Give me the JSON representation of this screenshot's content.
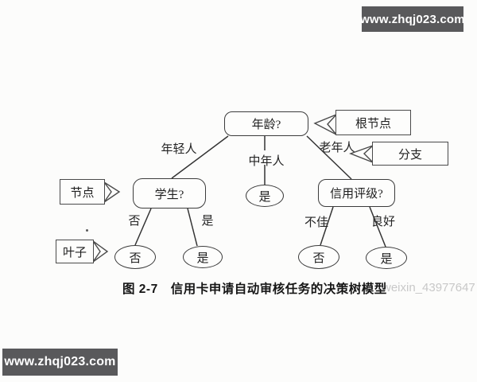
{
  "banners": {
    "top_right": "www.zhqj023.com",
    "bottom_left": "www.zhqj023.com"
  },
  "tree": {
    "root_label": "年龄?",
    "root_branches": {
      "left": "年轻人",
      "middle": "中年人",
      "right": "老年人"
    },
    "student_node_label": "学生?",
    "credit_node_label": "信用评级?",
    "middle_leaf_label": "是",
    "student_branches": {
      "left": "否",
      "right": "是"
    },
    "credit_branches": {
      "left": "不佳",
      "right": "良好"
    },
    "leaves": {
      "student_no": "否",
      "student_yes": "是",
      "credit_no": "否",
      "credit_yes": "是"
    }
  },
  "callouts": {
    "root_node": "根节点",
    "branch": "分支",
    "node": "节点",
    "leaf": "叶子"
  },
  "caption": "图 2-7　信用卡申请自动审核任务的决策树模型",
  "watermark_text": "weixin_43977647",
  "colors": {
    "banner_bg": "#59595b",
    "banner_text": "#ffffff",
    "line": "#333333",
    "paper": "#fcfcfb",
    "watermark": "#c8c8c8"
  }
}
